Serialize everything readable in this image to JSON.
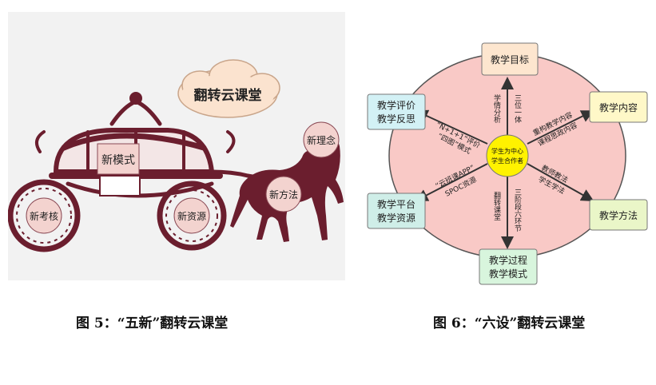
{
  "figure5": {
    "cloud": "翻转云课堂",
    "labels": {
      "mode": "新模式",
      "assessment": "新考核",
      "resources": "新资源",
      "method": "新方法",
      "concept": "新理念"
    },
    "caption": "图 5：“五新”翻转云课堂"
  },
  "figure6": {
    "center": [
      "学生为中心",
      "学生合作者"
    ],
    "boxes": {
      "goal": "教学目标",
      "content": "教学内容",
      "method": "教学方法",
      "process": [
        "教学过程",
        "教学模式"
      ],
      "platform": [
        "教学平台",
        "教学资源"
      ],
      "evaluation": [
        "教学评价",
        "教学反思"
      ]
    },
    "arrows": {
      "goal_left": "学情分析",
      "goal_right": "三位一体",
      "content_1": "重构教学内容",
      "content_2": "课程思政内容",
      "method_1": "教师教法",
      "method_2": "学生学法",
      "process_left": "翻转课堂",
      "process_right": "三阶段六环节",
      "platform_1": "“云班课APP”",
      "platform_2": "SPOC资源",
      "eval_1": "“N+1+1”评价",
      "eval_2": "“四图”模式"
    },
    "caption": "图 6：“六设”翻转云课堂"
  },
  "colors": {
    "carriage": "#6b1e2e",
    "wheel_label_fill": "#f3d3cf",
    "pink_circle": "#f9c9c6",
    "center_yellow": "#fff200",
    "box_goal": "#fde6cf",
    "box_content": "#fff8c8",
    "box_method": "#eaf6c8",
    "box_process": "#d8f5dd",
    "box_platform": "#cfeee8",
    "box_eval": "#d3f1f5"
  }
}
